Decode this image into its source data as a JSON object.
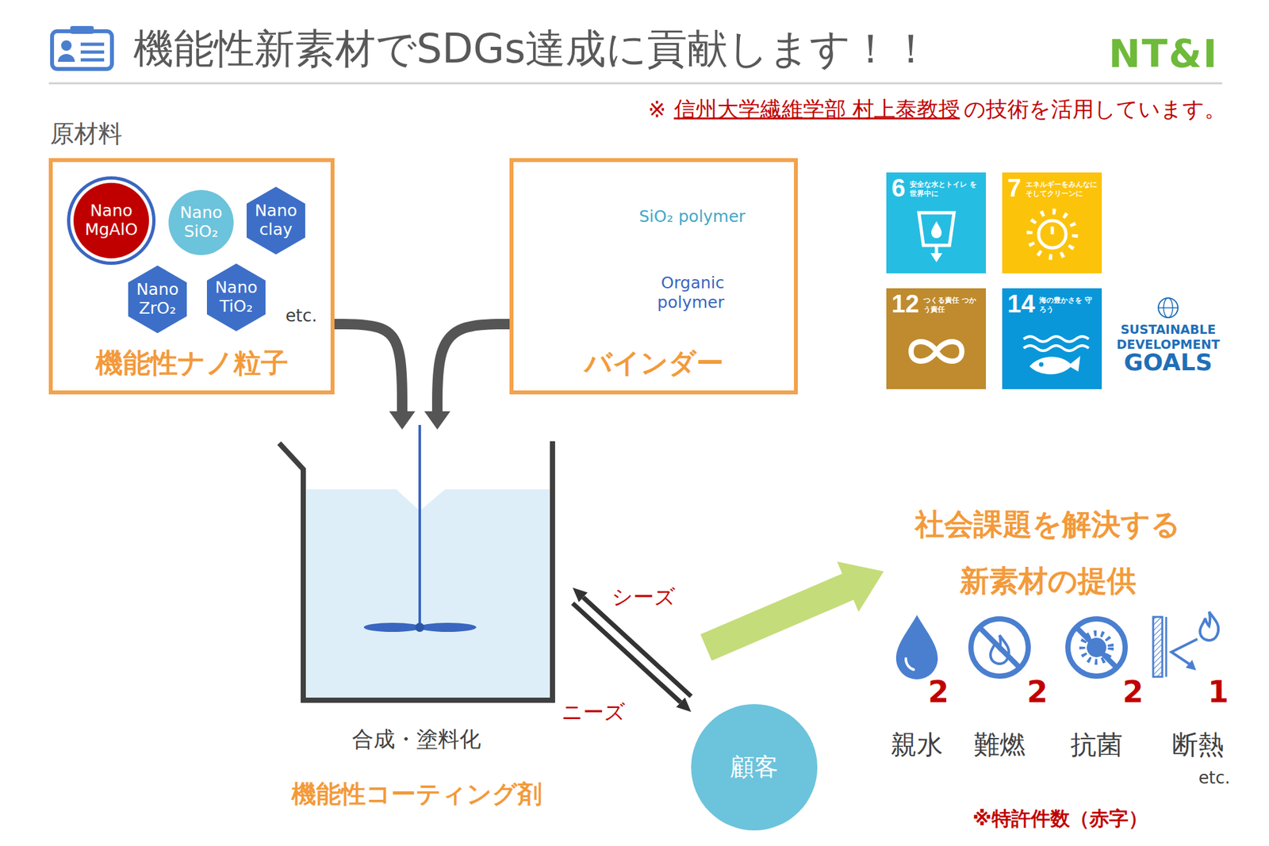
{
  "diagram": {
    "title": "機能性新素材でSDGs達成に貢献します！！",
    "nodes": [
      {
        "text": [
          "機能性ナノ粒子"
        ]
      },
      {
        "text": [
          "Nano MgAlO"
        ],
        "in": 0
      },
      {
        "text": [
          "Nano SiO₂"
        ],
        "in": 0
      },
      {
        "text": [
          "Nano clay"
        ],
        "in": 0
      },
      {
        "text": [
          "Nano ZrO₂"
        ],
        "in": 0
      },
      {
        "text": [
          "Nano TiO₂"
        ],
        "in": 0
      },
      {
        "text": [
          "バインダー"
        ]
      },
      {
        "text": [
          "合成・塗料化",
          "機能性コーティング剤"
        ]
      },
      {
        "text": [
          "顧客"
        ]
      },
      {
        "text": [
          "6",
          "安全な水とトイレ を世界中に"
        ]
      },
      {
        "text": [
          "7",
          "エネルギーをみんなに そしてクリーンに"
        ]
      },
      {
        "text": [
          "12",
          "つくる責任 つかう責任"
        ]
      },
      {
        "text": [
          "14",
          "海の豊かさを 守ろう"
        ]
      }
    ],
    "edges": [
      {
        "from": 0,
        "to": 7,
        "arrow": "to"
      },
      {
        "from": 6,
        "to": 7,
        "arrow": "to"
      },
      {
        "from": 8,
        "to": 7,
        "label": "シーズ",
        "arrow": "to"
      },
      {
        "from": 7,
        "to": 8,
        "label": "ニーズ",
        "arrow": "to"
      }
    ],
    "labels": [
      "NT&I",
      "※",
      "信州大学繊維学部 村上泰教授",
      "の技術を活用しています。",
      "原材料",
      "etc.",
      "SiO₂ polymer",
      "Organic polymer",
      "SUSTAINABLE",
      "DEVELOPMENT",
      "GOALS",
      "社会課題を解決する",
      "新素材の提供",
      "2",
      "2",
      "2",
      "1",
      "親水",
      "難燃",
      "抗菌",
      "断熱",
      "etc.",
      "※特許件数（赤字）"
    ]
  }
}
